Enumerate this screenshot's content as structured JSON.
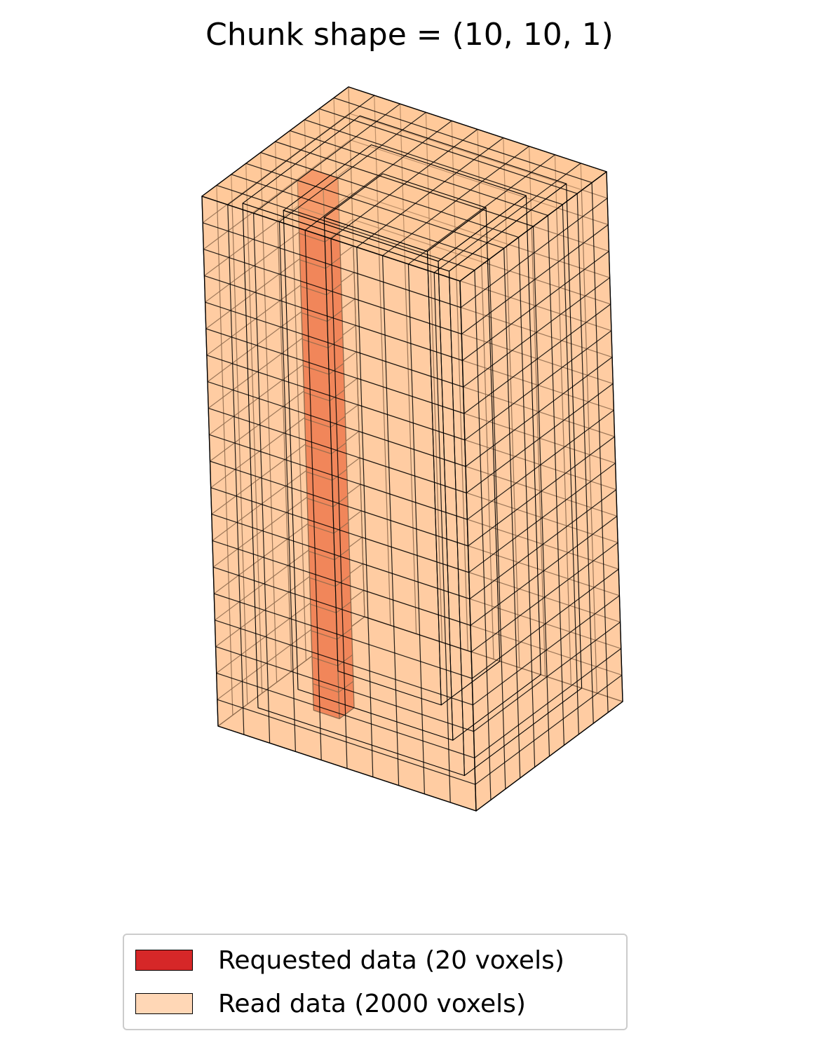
{
  "title": "Chunk shape = (10, 10, 1)",
  "dataset_shape": [
    10,
    10,
    20
  ],
  "chunk_shape": [
    10,
    10,
    1
  ],
  "colors": {
    "read_face": "#ffc08a",
    "request_face": "#e04020",
    "legend_request": "#d62728",
    "legend_read": "#ffd7b6",
    "edge": "#000000"
  },
  "legend": {
    "requested": "Requested data (20 voxels)",
    "read": "Read data (2000 voxels)"
  }
}
